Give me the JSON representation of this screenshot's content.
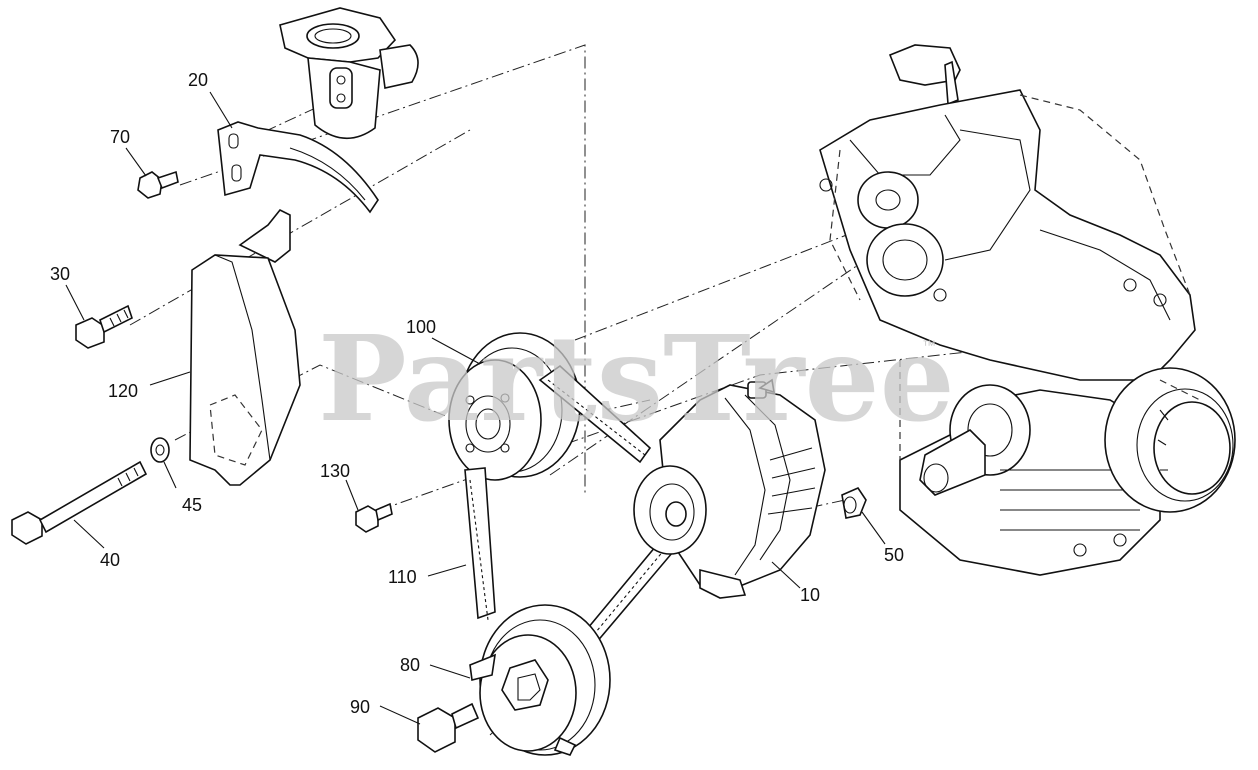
{
  "watermark": {
    "text": "PartsTree",
    "trademark": "™"
  },
  "callouts": [
    "20",
    "70",
    "30",
    "120",
    "45",
    "40",
    "100",
    "130",
    "110",
    "80",
    "90",
    "10",
    "50"
  ]
}
